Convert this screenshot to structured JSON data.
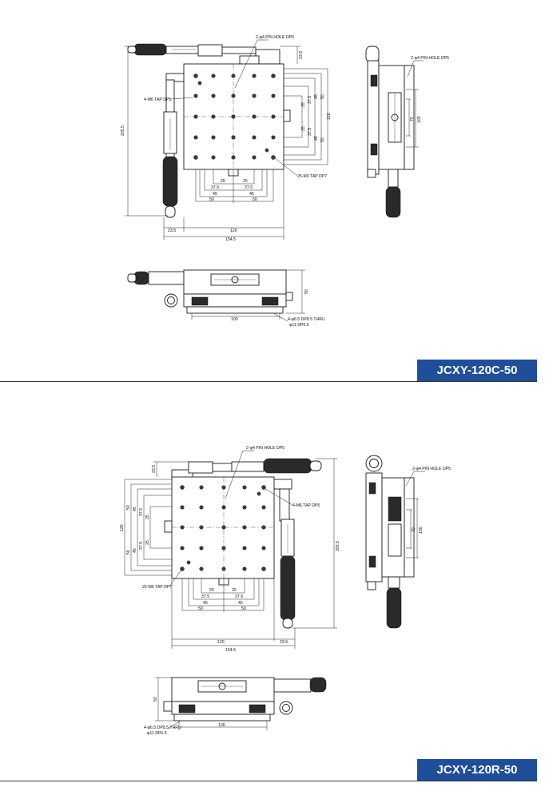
{
  "models": [
    {
      "model": "JCXY-120C-50",
      "labels": {
        "pin_hole_top": "2-φ4 PIN HOLE DP5",
        "pin_hole_side": "2-φ4 PIN HOLE DP5",
        "tap_m6": "4-M6 TAP DP5",
        "tap_m3": "25-M3 TAP DP7",
        "through_hole_1": "4-φ6.5 DP8.5 THRU",
        "through_hole_2": "φ11 DP6.5"
      },
      "dims": {
        "overall_height": "205.5",
        "top_offset": "23.5",
        "left_offset": "23.5",
        "width": "120",
        "overall_width": "154.5",
        "h25": "25",
        "h37_5": "37.5",
        "h45": "45",
        "h50": "50",
        "side_70": "70",
        "side_100": "100",
        "front_height": "50",
        "front_100": "100"
      }
    },
    {
      "model": "JCXY-120R-50",
      "labels": {
        "pin_hole_top": "2-φ4 PIN HOLE DP5",
        "pin_hole_side": "2-φ4 PIN HOLE DP5",
        "tap_m6": "4-M6 TAP DP5",
        "tap_m3": "25-M6 TAP DP7",
        "through_hole_1": "4-φ6.5 DP8.5 THRU",
        "through_hole_2": "φ11 DP6.5"
      },
      "dims": {
        "overall_height": "205.5",
        "top_offset": "23.5",
        "right_offset": "23.5",
        "width": "120",
        "overall_width": "154.5",
        "h25": "25",
        "h37_5": "37.5",
        "h45": "45",
        "h50": "50",
        "side_70": "70",
        "side_100": "100",
        "front_height": "50",
        "front_100": "100"
      }
    }
  ],
  "colors": {
    "banner": "#1f4e9a",
    "banner_text": "#ffffff",
    "line": "#1a1a1a"
  }
}
